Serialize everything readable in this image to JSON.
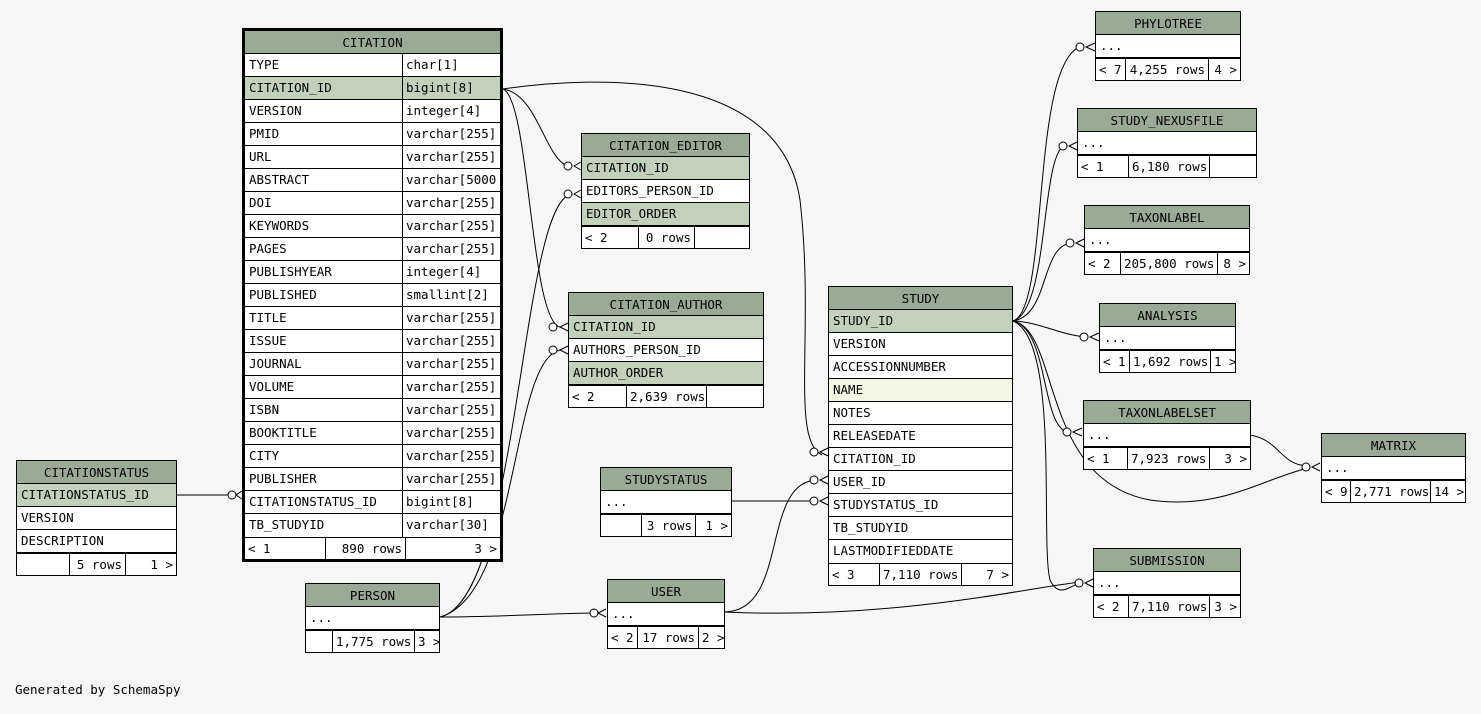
{
  "tables": {
    "citation": {
      "name": "CITATION",
      "columns": [
        {
          "name": "TYPE",
          "type": "char[1]"
        },
        {
          "name": "CITATION_ID",
          "type": "bigint[8]"
        },
        {
          "name": "VERSION",
          "type": "integer[4]"
        },
        {
          "name": "PMID",
          "type": "varchar[255]"
        },
        {
          "name": "URL",
          "type": "varchar[255]"
        },
        {
          "name": "ABSTRACT",
          "type": "varchar[5000"
        },
        {
          "name": "DOI",
          "type": "varchar[255]"
        },
        {
          "name": "KEYWORDS",
          "type": "varchar[255]"
        },
        {
          "name": "PAGES",
          "type": "varchar[255]"
        },
        {
          "name": "PUBLISHYEAR",
          "type": "integer[4]"
        },
        {
          "name": "PUBLISHED",
          "type": "smallint[2]"
        },
        {
          "name": "TITLE",
          "type": "varchar[255]"
        },
        {
          "name": "ISSUE",
          "type": "varchar[255]"
        },
        {
          "name": "JOURNAL",
          "type": "varchar[255]"
        },
        {
          "name": "VOLUME",
          "type": "varchar[255]"
        },
        {
          "name": "ISBN",
          "type": "varchar[255]"
        },
        {
          "name": "BOOKTITLE",
          "type": "varchar[255]"
        },
        {
          "name": "CITY",
          "type": "varchar[255]"
        },
        {
          "name": "PUBLISHER",
          "type": "varchar[255]"
        },
        {
          "name": "CITATIONSTATUS_ID",
          "type": "bigint[8]"
        },
        {
          "name": "TB_STUDYID",
          "type": "varchar[30]"
        }
      ],
      "footer": {
        "parents": "< 1",
        "rows": "890 rows",
        "children": "3 >"
      }
    },
    "citationstatus": {
      "name": "CITATIONSTATUS",
      "columns": [
        "CITATIONSTATUS_ID",
        "VERSION",
        "DESCRIPTION"
      ],
      "footer": {
        "parents": "",
        "rows": "5 rows",
        "children": "1 >"
      }
    },
    "citation_editor": {
      "name": "CITATION_EDITOR",
      "columns": [
        "CITATION_ID",
        "EDITORS_PERSON_ID",
        "EDITOR_ORDER"
      ],
      "footer": {
        "parents": "< 2",
        "rows": "0 rows",
        "children": ""
      }
    },
    "citation_author": {
      "name": "CITATION_AUTHOR",
      "columns": [
        "CITATION_ID",
        "AUTHORS_PERSON_ID",
        "AUTHOR_ORDER"
      ],
      "footer": {
        "parents": "< 2",
        "rows": "2,639 rows",
        "children": ""
      }
    },
    "studystatus": {
      "name": "STUDYSTATUS",
      "columns": [
        "..."
      ],
      "footer": {
        "parents": "",
        "rows": "3 rows",
        "children": "1 >"
      }
    },
    "person": {
      "name": "PERSON",
      "columns": [
        "..."
      ],
      "footer": {
        "parents": "",
        "rows": "1,775 rows",
        "children": "3 >"
      }
    },
    "user": {
      "name": "USER",
      "columns": [
        "..."
      ],
      "footer": {
        "parents": "< 2",
        "rows": "17 rows",
        "children": "2 >"
      }
    },
    "study": {
      "name": "STUDY",
      "columns": [
        "STUDY_ID",
        "VERSION",
        "ACCESSIONNUMBER",
        "NAME",
        "NOTES",
        "RELEASEDATE",
        "CITATION_ID",
        "USER_ID",
        "STUDYSTATUS_ID",
        "TB_STUDYID",
        "LASTMODIFIEDDATE"
      ],
      "footer": {
        "parents": "< 3",
        "rows": "7,110 rows",
        "children": "7 >"
      }
    },
    "phylotree": {
      "name": "PHYLOTREE",
      "columns": [
        "..."
      ],
      "footer": {
        "parents": "< 7",
        "rows": "4,255 rows",
        "children": "4 >"
      }
    },
    "study_nexusfile": {
      "name": "STUDY_NEXUSFILE",
      "columns": [
        "..."
      ],
      "footer": {
        "parents": "< 1",
        "rows": "6,180 rows",
        "children": ""
      }
    },
    "taxonlabel": {
      "name": "TAXONLABEL",
      "columns": [
        "..."
      ],
      "footer": {
        "parents": "< 2",
        "rows": "205,800 rows",
        "children": "8 >"
      }
    },
    "analysis": {
      "name": "ANALYSIS",
      "columns": [
        "..."
      ],
      "footer": {
        "parents": "< 1",
        "rows": "1,692 rows",
        "children": "1 >"
      }
    },
    "taxonlabelset": {
      "name": "TAXONLABELSET",
      "columns": [
        "..."
      ],
      "footer": {
        "parents": "< 1",
        "rows": "7,923 rows",
        "children": "3 >"
      }
    },
    "matrix": {
      "name": "MATRIX",
      "columns": [
        "..."
      ],
      "footer": {
        "parents": "< 9",
        "rows": "2,771 rows",
        "children": "14 >"
      }
    },
    "submission": {
      "name": "SUBMISSION",
      "columns": [
        "..."
      ],
      "footer": {
        "parents": "< 2",
        "rows": "7,110 rows",
        "children": "3 >"
      }
    }
  },
  "generated_by": "Generated by SchemaSpy"
}
